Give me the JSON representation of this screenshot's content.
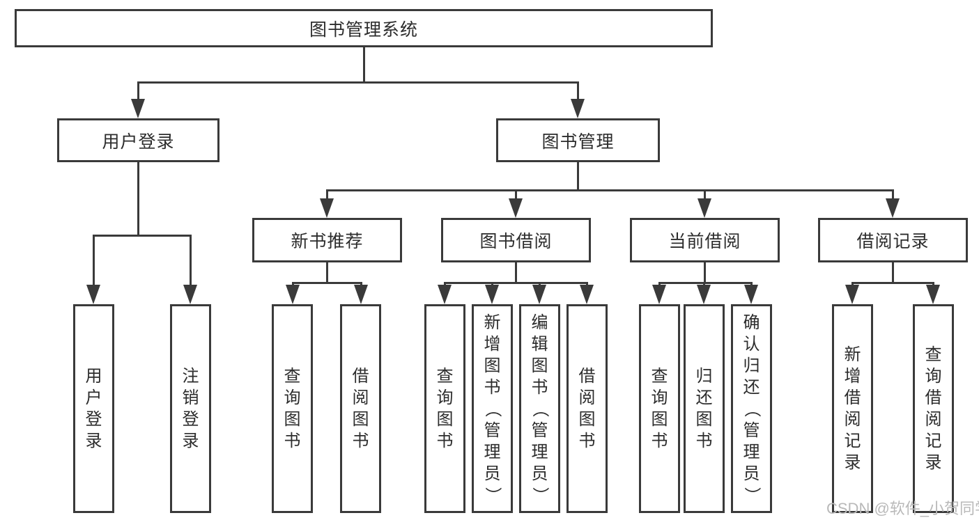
{
  "diagram": {
    "title": "图书管理系统",
    "watermark": "CSDN @软件_小贺同学",
    "branches": [
      {
        "label": "用户登录",
        "children": [
          {
            "label": "用户登录"
          },
          {
            "label": "注销登录"
          }
        ]
      },
      {
        "label": "图书管理",
        "children": [
          {
            "label": "新书推荐",
            "children": [
              {
                "label": "查询图书"
              },
              {
                "label": "借阅图书"
              }
            ]
          },
          {
            "label": "图书借阅",
            "children": [
              {
                "label": "查询图书"
              },
              {
                "label": "新增图书（管理员）"
              },
              {
                "label": "编辑图书（管理员）"
              },
              {
                "label": "借阅图书"
              }
            ]
          },
          {
            "label": "当前借阅",
            "children": [
              {
                "label": "查询图书"
              },
              {
                "label": "归还图书"
              },
              {
                "label": "确认归还（管理员）"
              }
            ]
          },
          {
            "label": "借阅记录",
            "children": [
              {
                "label": "新增借阅记录"
              },
              {
                "label": "查询借阅记录"
              }
            ]
          }
        ]
      }
    ],
    "colors": {
      "line": "#3a3a3a",
      "text": "#2c2c2c",
      "watermark": "#b9b9b9",
      "background": "#ffffff"
    }
  }
}
